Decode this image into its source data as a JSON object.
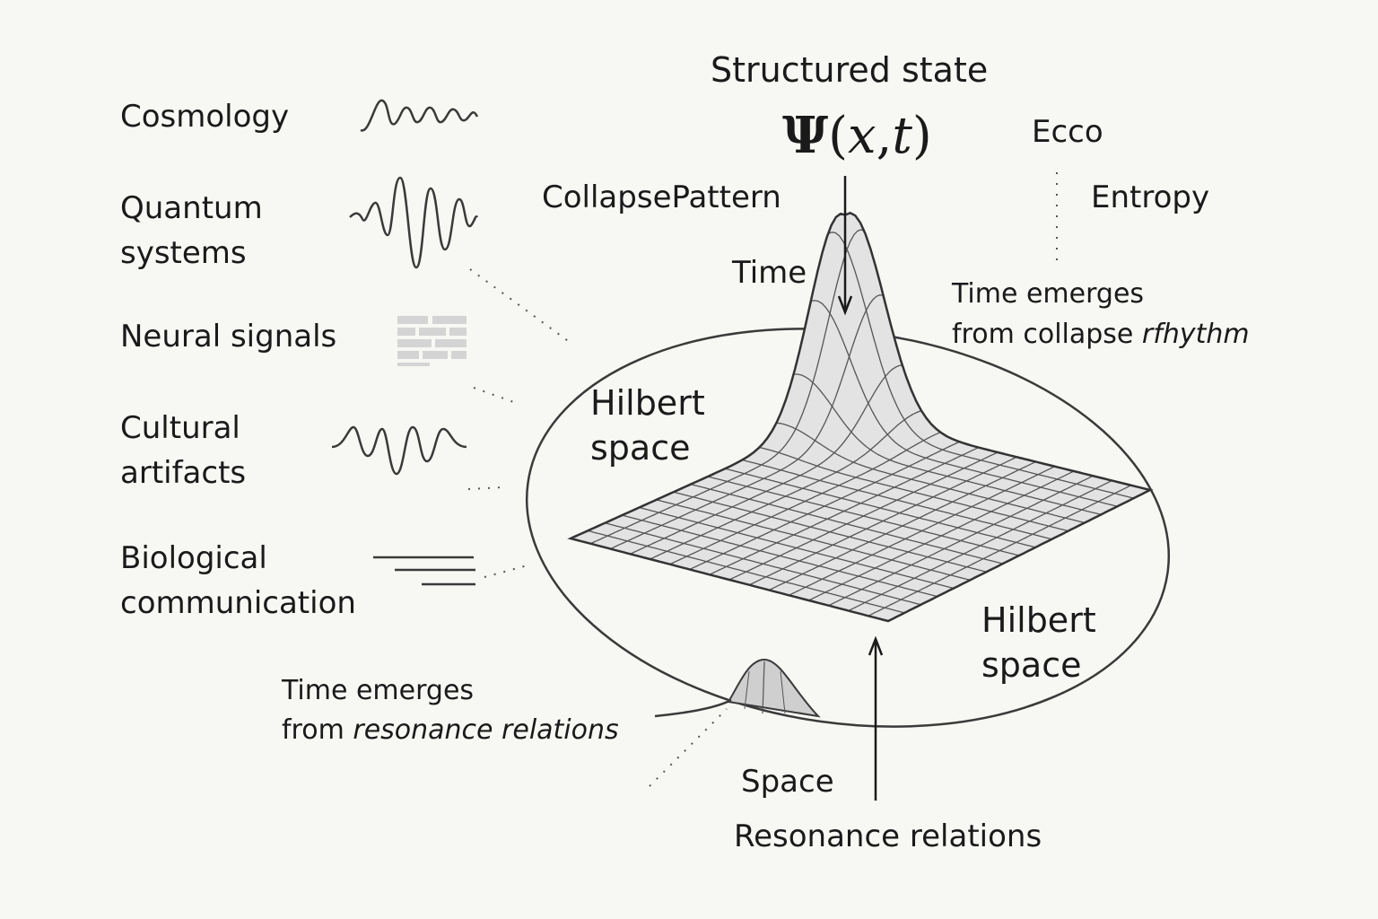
{
  "title": "Structured state",
  "psi": {
    "symbol": "Ψ",
    "open": "(",
    "x": "x",
    "comma": ",",
    "t": "t",
    "close": ")"
  },
  "domains": [
    {
      "line1": "Cosmology",
      "line2": "",
      "icon": "wave-icon"
    },
    {
      "line1": "Quantum",
      "line2": "systems",
      "icon": "wave-packet-icon"
    },
    {
      "line1": "Neural signals",
      "line2": "",
      "icon": "brick-grid-icon"
    },
    {
      "line1": "Cultural",
      "line2": "artifacts",
      "icon": "wave-icon"
    },
    {
      "line1": "Biological",
      "line2": "communication",
      "icon": "parallel-lines-icon"
    }
  ],
  "labels": {
    "collapse_pattern": "CollapsePattern",
    "time": "Time",
    "ecco": "Ecco",
    "entropy": "Entropy",
    "hilbert_top_1": "Hilbert",
    "hilbert_top_2": "space",
    "hilbert_bottom_1": "Hilbert",
    "hilbert_bottom_2": "space",
    "space": "Space",
    "resonance_relations": "Resonance relations"
  },
  "notes": {
    "collapse_line1": "Time emerges",
    "collapse_line2_prefix": "from collapse ",
    "collapse_line2_em": "rfhythm",
    "resonance_line1": "Time emerges",
    "resonance_line2_prefix": "from ",
    "resonance_line2_em": "resonance relations"
  },
  "colors": {
    "ink": "#1a1a1a",
    "line": "#3a3a3a",
    "surface_fill": "#d9d9d9",
    "background": "#f7f7f4"
  }
}
